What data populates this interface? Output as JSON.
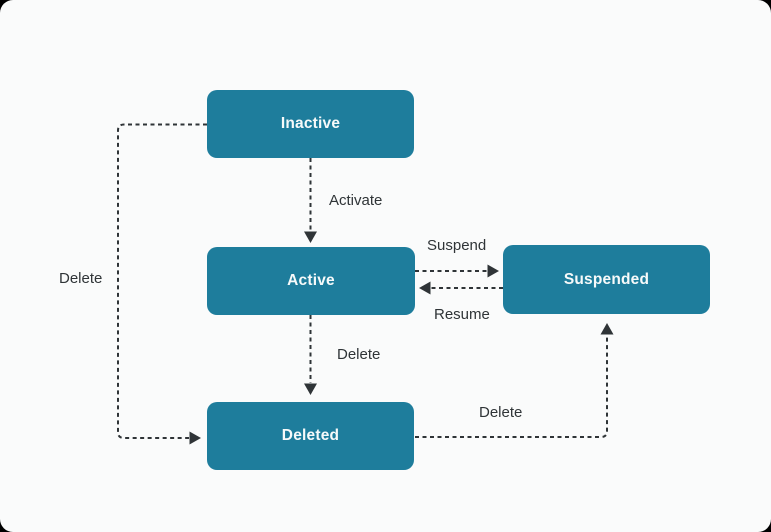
{
  "theme": {
    "node_fill": "#1E7D9C",
    "node_text": "#F7FAFA",
    "edge_color": "#2F3437",
    "canvas_bg": "#FAFBFB",
    "outer_bg": "#000000"
  },
  "diagram": {
    "type": "state-diagram",
    "nodes": [
      {
        "id": "inactive",
        "label": "Inactive"
      },
      {
        "id": "active",
        "label": "Active"
      },
      {
        "id": "suspended",
        "label": "Suspended"
      },
      {
        "id": "deleted",
        "label": "Deleted"
      }
    ],
    "edges": [
      {
        "from": "Inactive",
        "to": "Active",
        "label": "Activate",
        "style": "dashed"
      },
      {
        "from": "Active",
        "to": "Suspended",
        "label": "Suspend",
        "style": "dashed"
      },
      {
        "from": "Suspended",
        "to": "Active",
        "label": "Resume",
        "style": "dashed"
      },
      {
        "from": "Active",
        "to": "Deleted",
        "label": "Delete",
        "style": "dashed"
      },
      {
        "from": "Inactive",
        "to": "Deleted",
        "label": "Delete",
        "style": "dashed"
      },
      {
        "from": "Deleted",
        "to": "Suspended",
        "label": "Delete",
        "style": "dashed"
      }
    ]
  }
}
